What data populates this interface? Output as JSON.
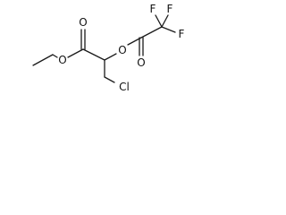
{
  "molecule": {
    "atoms": {
      "ester_carbonyl_O": "O",
      "ester_O": "O",
      "alpha_O": "O",
      "tfa_carbonyl_O": "O",
      "F_top_left": "F",
      "F_top_right": "F",
      "F_right": "F",
      "Cl": "Cl"
    }
  }
}
